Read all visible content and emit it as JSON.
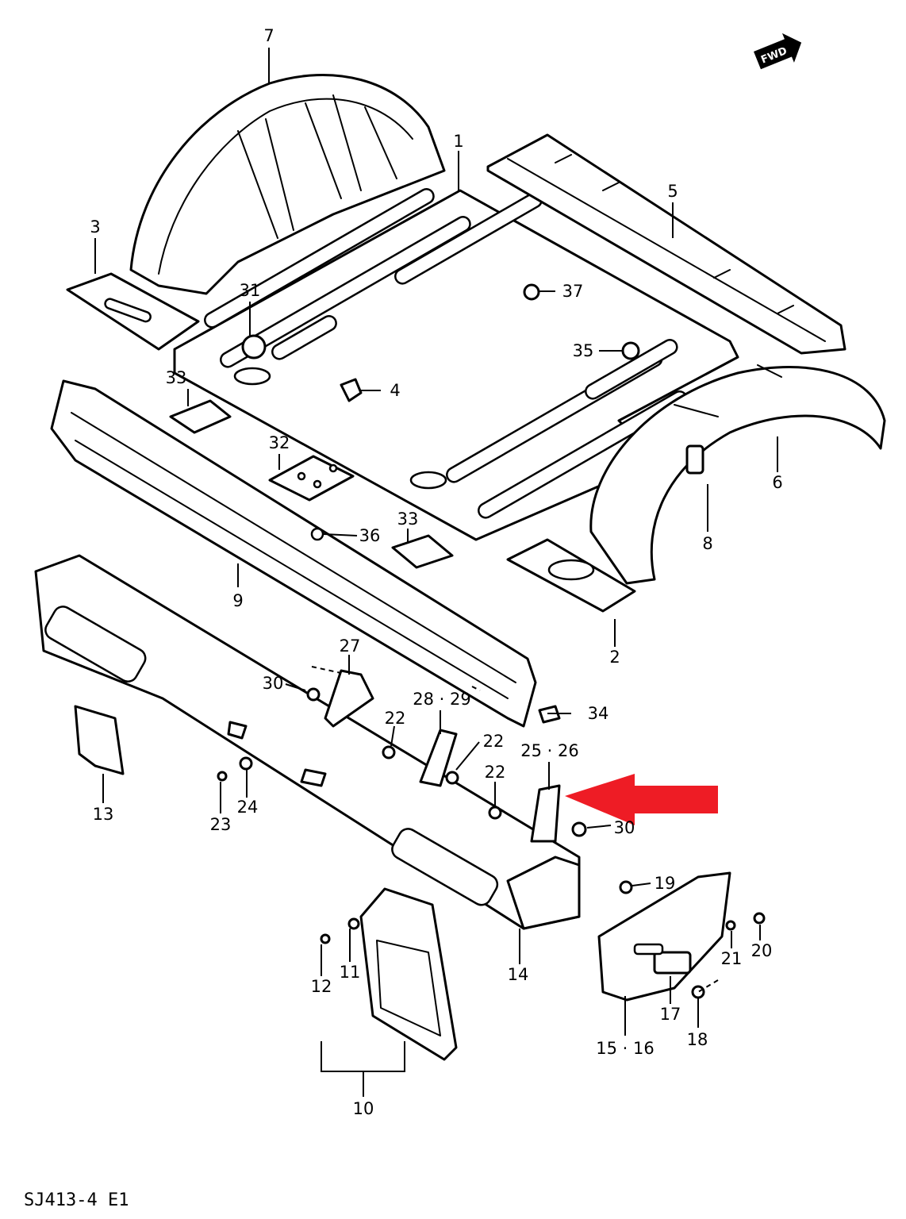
{
  "diagram": {
    "figure_code": "SJ413-4 E1",
    "fwd_label": "FWD",
    "arrow_color": "#ee1c25",
    "callouts": {
      "c1": "1",
      "c2": "2",
      "c3": "3",
      "c4": "4",
      "c5": "5",
      "c6": "6",
      "c7": "7",
      "c8": "8",
      "c9": "9",
      "c10": "10",
      "c11": "11",
      "c12": "12",
      "c13": "13",
      "c14": "14",
      "c15_16": "15 · 16",
      "c17": "17",
      "c18": "18",
      "c19": "19",
      "c20": "20",
      "c21": "21",
      "c22a": "22",
      "c22b": "22",
      "c22c": "22",
      "c23": "23",
      "c24": "24",
      "c25_26": "25 · 26",
      "c27": "27",
      "c28_29": "28 · 29",
      "c30a": "30",
      "c30b": "30",
      "c31": "31",
      "c32": "32",
      "c33a": "33",
      "c33b": "33",
      "c34": "34",
      "c35": "35",
      "c36": "36",
      "c37": "37"
    }
  }
}
